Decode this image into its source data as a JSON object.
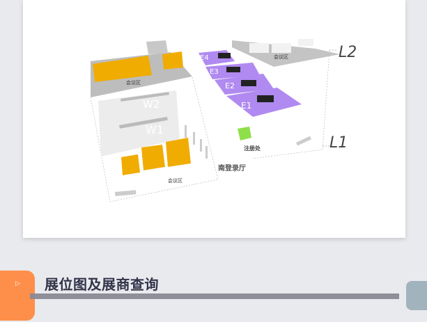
{
  "floor_map": {
    "levels": [
      "L2",
      "L1"
    ],
    "west_halls": [
      "W2",
      "W1"
    ],
    "east_halls": [
      "E4",
      "E3",
      "E2",
      "E1"
    ],
    "meeting_area_label": "会议区",
    "south_lobby_label": "南登录厅",
    "registration_label": "注册处"
  },
  "section": {
    "title": "展位图及展商查询",
    "icon": "play-triangle-icon",
    "accent_color": "#fe8f4a"
  }
}
